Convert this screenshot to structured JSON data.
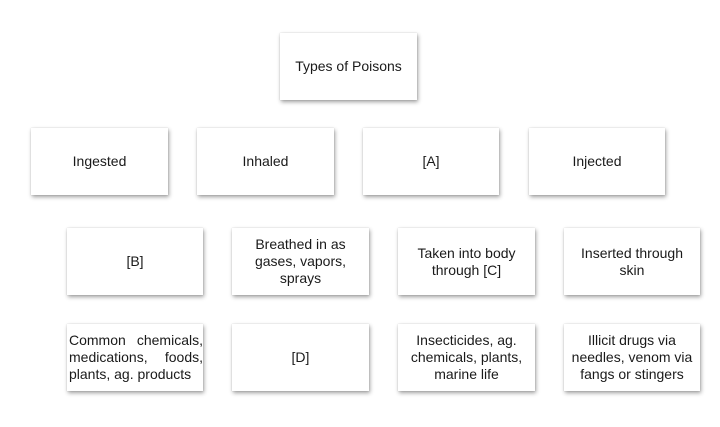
{
  "root": {
    "label": "Types of Poisons"
  },
  "types": [
    {
      "label": "Ingested"
    },
    {
      "label": "Inhaled"
    },
    {
      "label": "[A]"
    },
    {
      "label": "Injected"
    }
  ],
  "descriptions": [
    {
      "text": "[B]"
    },
    {
      "text": "Breathed in as gases, vapors, sprays"
    },
    {
      "text": "Taken into body through [C]"
    },
    {
      "text": "Inserted through skin"
    }
  ],
  "examples": [
    {
      "text": "Common chemicals, medications, foods, plants, ag. products"
    },
    {
      "text": "[D]"
    },
    {
      "text": "Insecticides, ag. chemicals, plants, marine life"
    },
    {
      "text": "Illicit drugs via needles, venom via fangs or stingers"
    }
  ]
}
